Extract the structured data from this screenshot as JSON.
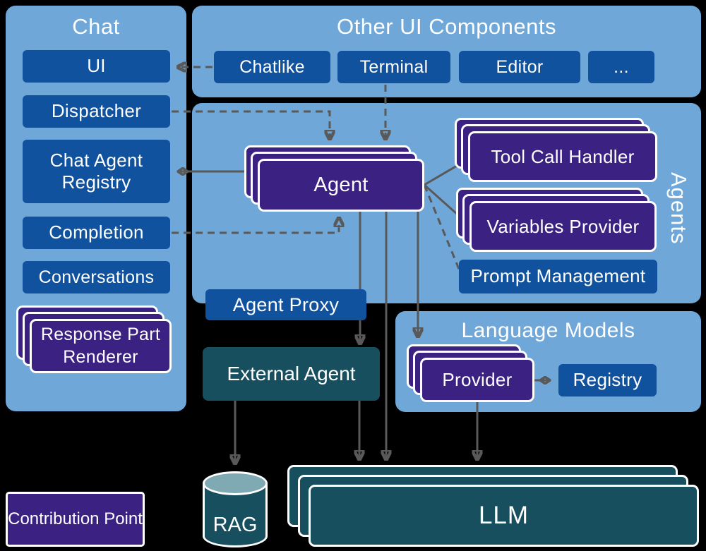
{
  "colors": {
    "background": "#000000",
    "panel_blue": "#6fa7d9",
    "box_blue": "#11529e",
    "contribution_purple": "#3b2182",
    "teal": "#174f5e",
    "rag_top": "#7fa9b3",
    "connector_gray": "#595959",
    "text": "#ffffff"
  },
  "chat": {
    "title": "Chat",
    "items": {
      "ui": "UI",
      "dispatcher": "Dispatcher",
      "chat_agent_registry": "Chat Agent Registry",
      "completion": "Completion",
      "conversations": "Conversations",
      "response_part_renderer": "Response Part Renderer"
    }
  },
  "other_ui": {
    "title": "Other UI Components",
    "items": {
      "chatlike": "Chatlike",
      "terminal": "Terminal",
      "editor": "Editor",
      "more": "..."
    }
  },
  "agents": {
    "label": "Agents",
    "agent": "Agent",
    "tool_call_handler": "Tool Call Handler",
    "variables_provider": "Variables Provider",
    "prompt_management": "Prompt Management",
    "agent_proxy": "Agent Proxy"
  },
  "language_models": {
    "title": "Language Models",
    "provider": "Provider",
    "registry": "Registry"
  },
  "runtime": {
    "external_agent": "External Agent",
    "rag": "RAG",
    "llm": "LLM"
  },
  "legend": {
    "contribution_point": "Contribution Point"
  }
}
